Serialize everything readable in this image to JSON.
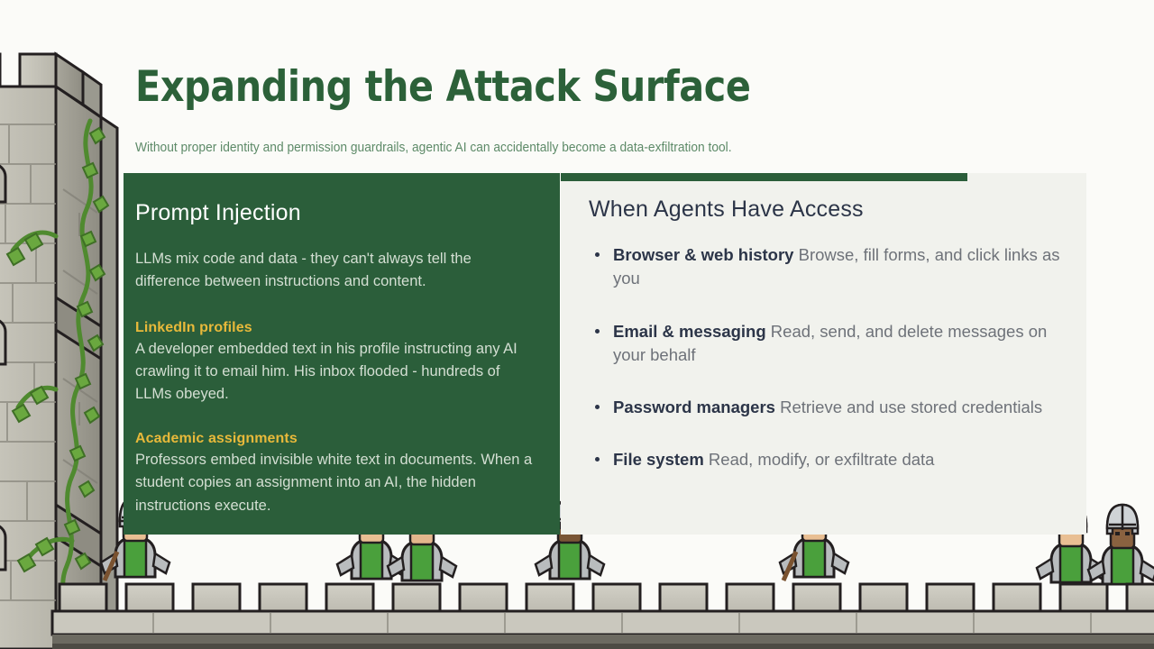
{
  "header": {
    "title": "Expanding the Attack Surface",
    "subtitle": "Without proper identity and permission guardrails, agentic AI can accidentally become a data-exfiltration tool."
  },
  "left_panel": {
    "heading": "Prompt Injection",
    "intro": "LLMs mix code and data - they can't always tell the difference between instructions and content.",
    "cases": [
      {
        "title": "LinkedIn profiles",
        "body": "A developer embedded text in his profile instructing any AI crawling it to email him. His inbox flooded - hundreds of LLMs obeyed."
      },
      {
        "title": "Academic assignments",
        "body": "Professors embed invisible white text in documents. When a student copies an assignment into an AI, the hidden instructions execute."
      }
    ]
  },
  "right_panel": {
    "heading": "When Agents Have Access",
    "items": [
      {
        "term": "Browser & web history",
        "detail": "Browse, fill forms, and click links as you"
      },
      {
        "term": "Email & messaging",
        "detail": "Read, send, and delete messages on your behalf"
      },
      {
        "term": "Password managers",
        "detail": "Retrieve and use stored credentials"
      },
      {
        "term": "File system",
        "detail": "Read, modify, or exfiltrate data"
      }
    ]
  },
  "artwork": {
    "tower_label": "castle-tower-with-vines",
    "wall_label": "castle-battlement-wall",
    "guards_label": "castle-guards"
  },
  "colors": {
    "background": "#fbfbf8",
    "brand_green": "#2c6139",
    "panel_green": "#2b5e3a",
    "panel_light": "#f1f2ed",
    "accent_gold": "#e8b93a",
    "heading_navy": "#2c3548",
    "body_gray": "#6e7279",
    "subtitle_green": "#5d8a68",
    "stone_light": "#c9c7bc",
    "stone_mid": "#a8a79c",
    "vine_green": "#6aa83f",
    "tabard_green": "#4aa03c",
    "armor_silver": "#b9bcbe"
  }
}
